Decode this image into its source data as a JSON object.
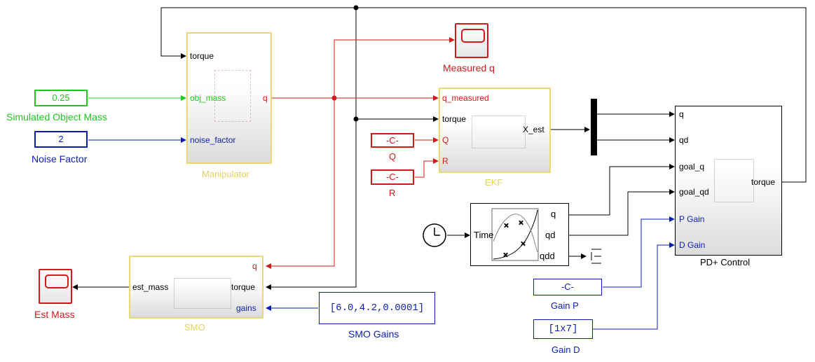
{
  "blocks": {
    "manipulator": {
      "title": "Manipulator",
      "ports": {
        "torque": "torque",
        "obj_mass": "obj_mass",
        "noise_factor": "noise_factor",
        "q": "q"
      }
    },
    "ekf": {
      "title": "EKF",
      "ports": {
        "q_measured": "q_measured",
        "torque": "torque",
        "Q": "Q",
        "R": "R",
        "X_est": "X_est"
      }
    },
    "smo": {
      "title": "SMO",
      "ports": {
        "q": "q",
        "torque": "torque",
        "gains": "gains",
        "est_mass": "est_mass"
      }
    },
    "pd_control": {
      "title": "PD+ Control",
      "ports": {
        "q": "q",
        "qd": "qd",
        "goal_q": "goal_q",
        "goal_qd": "goal_qd",
        "p_gain": "P Gain",
        "d_gain": "D Gain",
        "torque": "torque"
      }
    },
    "trajectory": {
      "ports": {
        "time": "Time",
        "q": "q",
        "qd": "qd",
        "qdd": "qdd"
      }
    }
  },
  "constants": {
    "object_mass": {
      "value": "0.25",
      "label": "Simulated Object Mass"
    },
    "noise_factor": {
      "value": "2",
      "label": "Noise Factor"
    },
    "q_const": {
      "value": "-C-",
      "label": "Q"
    },
    "r_const": {
      "value": "-C-",
      "label": "R"
    },
    "smo_gains": {
      "value": "[6.0,4.2,0.0001]",
      "label": "SMO Gains"
    },
    "gain_p": {
      "value": "-C-",
      "label": "Gain P"
    },
    "gain_d": {
      "value": "[1x7]",
      "label": "Gain D"
    }
  },
  "scopes": {
    "measured_q": {
      "label": "Measured q"
    },
    "est_mass": {
      "label": "Est Mass"
    }
  },
  "colors": {
    "green": "#1ec81e",
    "blue": "#0a1eb4",
    "red": "#d21a1a",
    "black": "#000000",
    "subsystem_border": "#e8d878",
    "subsystem_title": "#e8d060"
  },
  "icons": [
    "clock-icon",
    "scope-icon",
    "terminator-icon",
    "mux-bar",
    "trajectory-plot-icon"
  ]
}
